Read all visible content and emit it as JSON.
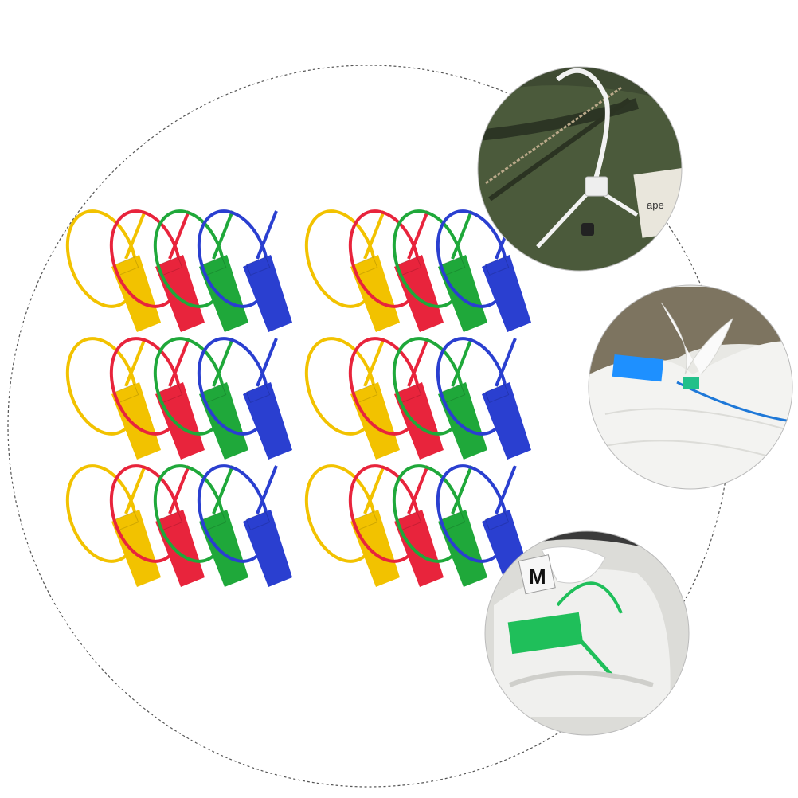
{
  "product": {
    "tag_colors": [
      "#f2c200",
      "#e8243c",
      "#1fa83a",
      "#2a3fd0"
    ],
    "tag_groups": 6,
    "tags_per_group": 4
  },
  "usage_photos": [
    {
      "subject": "backpack-zipper",
      "tag_color": "#ffffff",
      "tag_icon": "white-seal-icon"
    },
    {
      "subject": "tied-woven-sack",
      "tag_color": "#1e90ff",
      "tag_icon": "blue-seal-icon"
    },
    {
      "subject": "sneaker-laces",
      "tag_color": "#1fbf5a",
      "tag_icon": "green-seal-icon"
    }
  ],
  "sneaker_label_text": "M",
  "accent": {
    "outline": "#555555",
    "background": "#ffffff"
  }
}
